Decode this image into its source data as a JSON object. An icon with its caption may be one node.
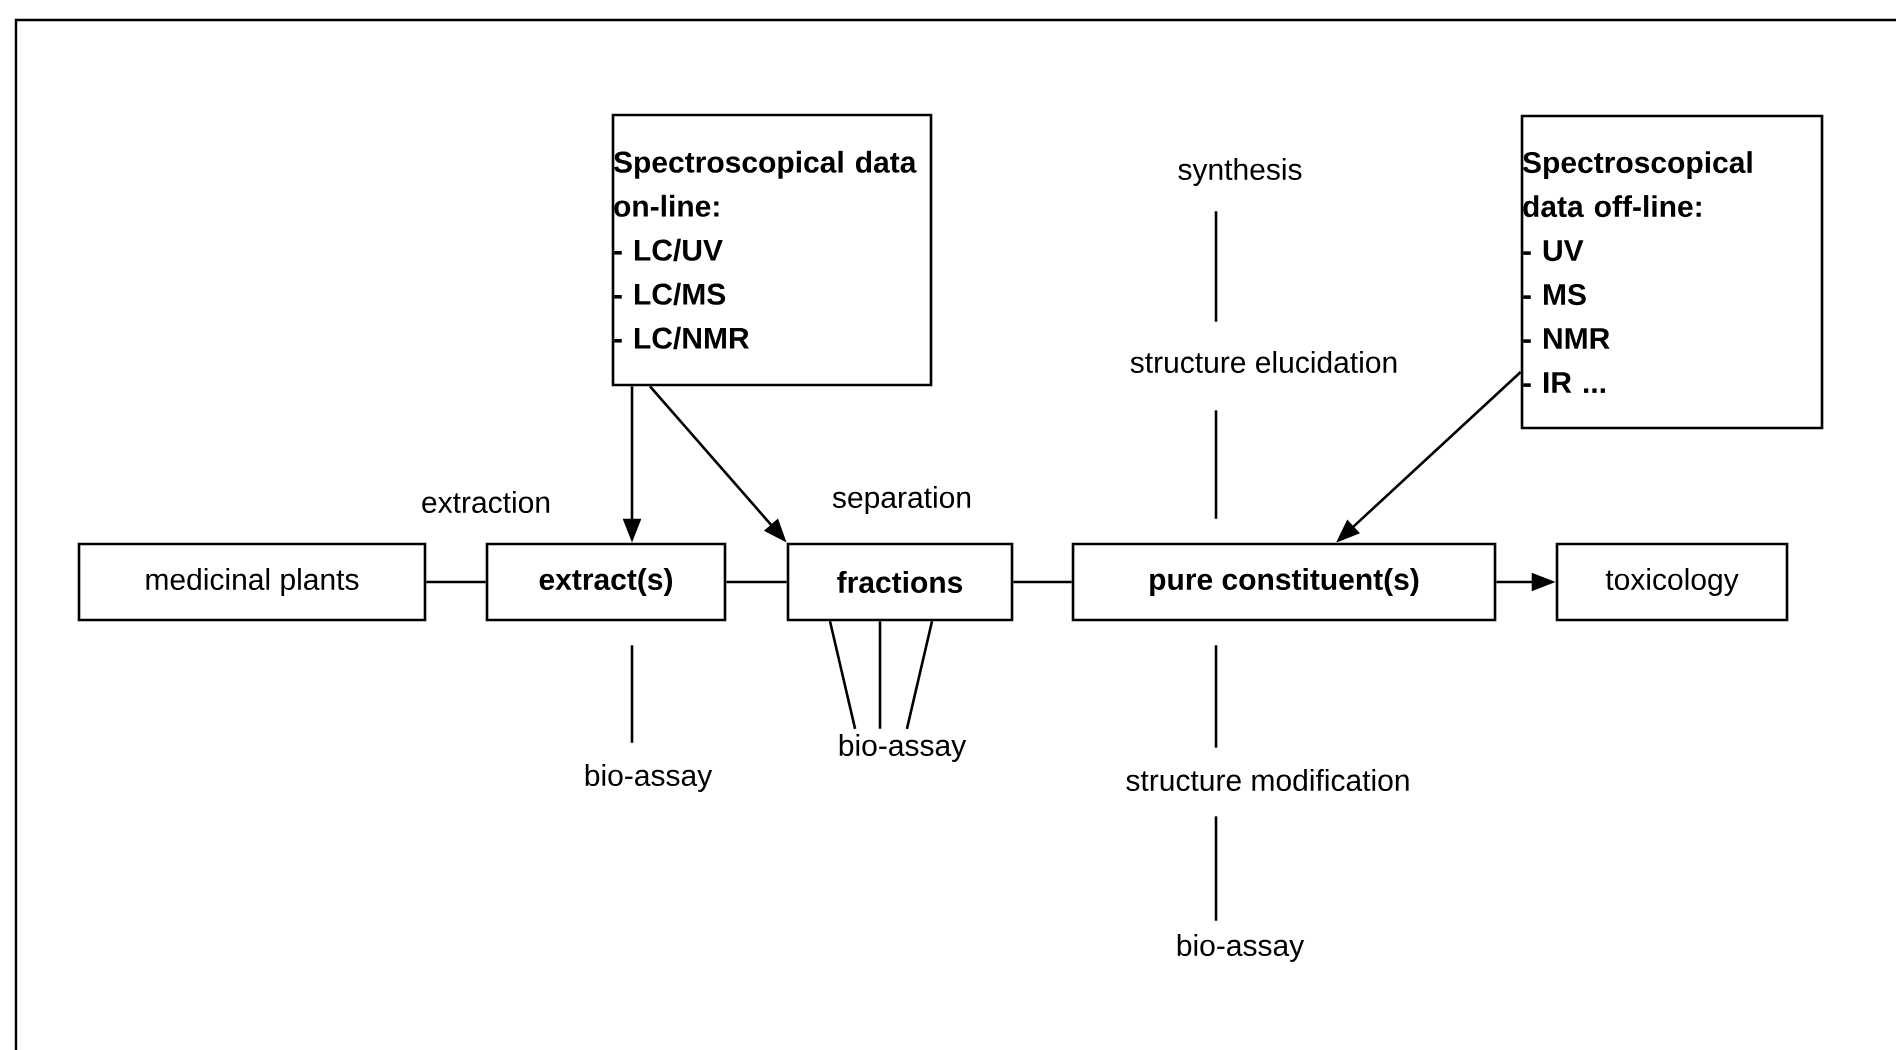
{
  "diagram": {
    "nodes": [
      {
        "text": [
          "Spectroscopical data on-line:",
          "- LC/UV",
          "- LC/MS",
          "- LC/NMR"
        ]
      },
      {
        "text": [
          "synthesis"
        ]
      },
      {
        "text": [
          "Spectroscopical data off-line:",
          "- UV",
          "- MS",
          "- NMR",
          "- IR ..."
        ]
      },
      {
        "text": [
          "structure elucidation"
        ]
      },
      {
        "text": [
          "medicinal plants"
        ]
      },
      {
        "text": [
          "extract(s)"
        ]
      },
      {
        "text": [
          "fractions"
        ]
      },
      {
        "text": [
          "pure constituent(s)"
        ]
      },
      {
        "text": [
          "toxicology"
        ]
      },
      {
        "text": [
          "bio-assay"
        ]
      },
      {
        "text": [
          "bio-assay"
        ]
      },
      {
        "text": [
          "structure modification"
        ]
      },
      {
        "text": [
          "bio-assay"
        ]
      }
    ],
    "edges": [
      {
        "from": 0,
        "to": 5,
        "arrow": "to"
      },
      {
        "from": 0,
        "to": 6,
        "arrow": "to"
      },
      {
        "from": 2,
        "to": 7,
        "arrow": "to"
      },
      {
        "from": 4,
        "to": 5,
        "arrow": "none",
        "label": "extraction"
      },
      {
        "from": 5,
        "to": 6,
        "arrow": "none",
        "label": "separation"
      },
      {
        "from": 6,
        "to": 7,
        "arrow": "none"
      },
      {
        "from": 7,
        "to": 8,
        "arrow": "to"
      },
      {
        "from": 5,
        "to": 9,
        "arrow": "none"
      },
      {
        "from": 6,
        "to": 10,
        "arrow": "none"
      },
      {
        "from": 6,
        "to": 10,
        "arrow": "none"
      },
      {
        "from": 6,
        "to": 10,
        "arrow": "none"
      },
      {
        "from": 1,
        "to": 3,
        "arrow": "none"
      },
      {
        "from": 3,
        "to": 7,
        "arrow": "none"
      },
      {
        "from": 7,
        "to": 11,
        "arrow": "none"
      },
      {
        "from": 11,
        "to": 12,
        "arrow": "none"
      }
    ]
  }
}
